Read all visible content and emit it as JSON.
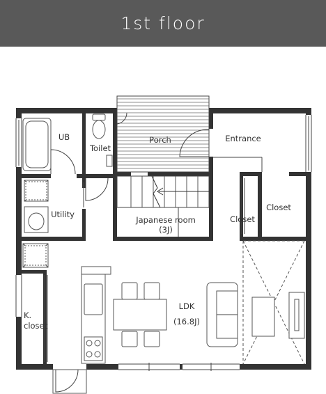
{
  "header": {
    "title": "1st floor"
  },
  "rooms": {
    "ub": "UB",
    "toilet": "Toilet",
    "porch": "Porch",
    "entrance": "Entrance",
    "utility": "Utility",
    "japanese_room": "Japanese room",
    "japanese_room_size": "(3J)",
    "closet_small": "Closet",
    "closet_right": "Closet",
    "k_closet_1": "K.",
    "k_closet_2": "closet",
    "ldk": "LDK",
    "ldk_size": "(16.8J)"
  },
  "colors": {
    "header_bg": "#595959",
    "wall": "#333333",
    "background": "#ffffff"
  }
}
